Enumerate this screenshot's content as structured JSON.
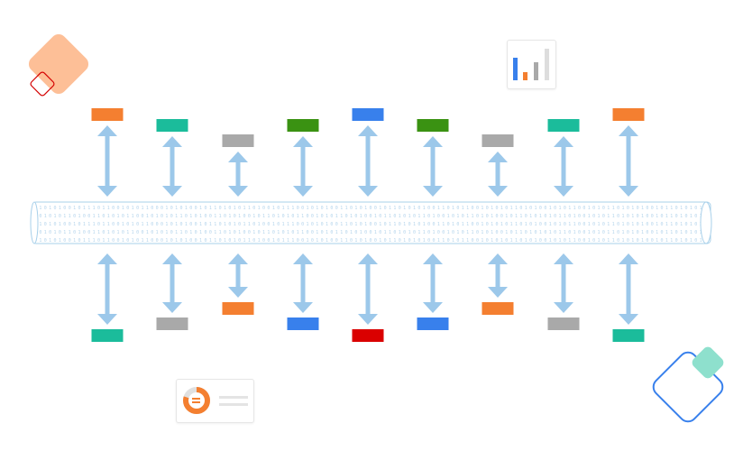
{
  "colors": {
    "orange": "#f47f30",
    "teal": "#1bbc9b",
    "gray": "#a9a9a9",
    "green": "#3a9212",
    "blue": "#3880ec",
    "red": "#da0000",
    "arrow": "#9cc8ea",
    "bus_stroke": "#a8d0ea",
    "bits": "#b5d5ec",
    "deco_peach": "#fdbf97",
    "deco_red_outline": "#d40000",
    "deco_mint": "#8ee0cd",
    "deco_blue_outline": "#3880ec"
  },
  "top_nodes": [
    "orange",
    "teal",
    "gray",
    "green",
    "blue",
    "green",
    "gray",
    "teal",
    "orange"
  ],
  "bottom_nodes": [
    "teal",
    "gray",
    "orange",
    "blue",
    "red",
    "blue",
    "orange",
    "gray",
    "teal"
  ],
  "bus": {
    "icon": "binary-data-bus",
    "row_a": "0 1 0 1 0 1 0 0 1 0 1 1 1 0 1 1 0 0 1 0 1 0 1 1 0 0 0 1 0 1 0 1 0 0 1 0 1 1 0 1 0 1 0 1 1 0 1 0 0 1 0 1 1 1 0 0 1 0 1 0 1 0 0 1 1 0 1 0 1 0 0 1 0 1 1 0 1 0 1 0 1 0 0 1 1 0 1 0 1 1 0 0 1 0 1 0 1 0 1 1 0 1 0 1 0 0 1 0 1 0 1 1 0 0 1 0 1 0 1 1 0 1 0 1 0 1 0 0 1 0 1 1 0 1 0 1 0 1 0",
    "row_b": "1 0 1 0 1 0 1 1 0 1 0 0 1 1 0 1 0 1 0 1 1 0 0 1 0 1 0 1 0 1 1 0 1 0 1 0 0 1 1 0 1 0 1 0 0 1 0 1 1 0 1 0 1 0 1 1 0 0 1 0 1 0 1 1 0 1 0 1 0 0 1 0 1 1 0 1 0 1 0 1 1 0 1 0 0 1 0 1 0 1 1 0 1 0 1 0 0 1 0 1 1 0 1 0 1 0 1 0 1 1 0 1 0 0 1 0 1 0 1 1 0 1 0 1 0 1 0 0 1 0 1 1 0 1 0 1 0 1 1"
  },
  "deco_icons": {
    "bar_chart": "bar-chart-icon",
    "donut": "donut-chart-icon",
    "bar_chart_colors": [
      "#3880ec",
      "#f47f30",
      "#a9a9a9",
      "#dddddd"
    ],
    "donut_colors": [
      "#f47f30",
      "#e0e0e0"
    ]
  }
}
